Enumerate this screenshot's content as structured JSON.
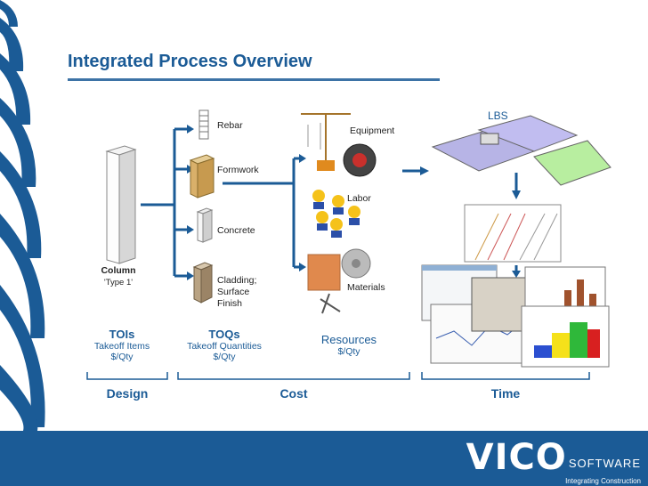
{
  "title": "Integrated Process Overview",
  "column": {
    "name": "Column",
    "type": "'Type 1'"
  },
  "tois": {
    "heading": "TOIs",
    "sub": "Takeoff Items",
    "unit": "$/Qty"
  },
  "toqs": {
    "heading": "TOQs",
    "sub": "Takeoff Quantities",
    "unit": "$/Qty"
  },
  "components": {
    "rebar": "Rebar",
    "formwork": "Formwork",
    "concrete": "Concrete",
    "cladding": [
      "Cladding;",
      "Surface",
      "Finish"
    ]
  },
  "resources": {
    "equipment": "Equipment",
    "labor": "Labor",
    "materials": "Materials",
    "heading": "Resources",
    "unit": "$/Qty"
  },
  "lbs": "LBS",
  "phases": {
    "design": "Design",
    "cost": "Cost",
    "time": "Time"
  },
  "logo": {
    "brand": "VICO",
    "software": "SOFTWARE",
    "tagline": "Integrating Construction"
  },
  "colors": {
    "brand_blue": "#1b5b96",
    "footer_blue": "#1b5b96"
  }
}
